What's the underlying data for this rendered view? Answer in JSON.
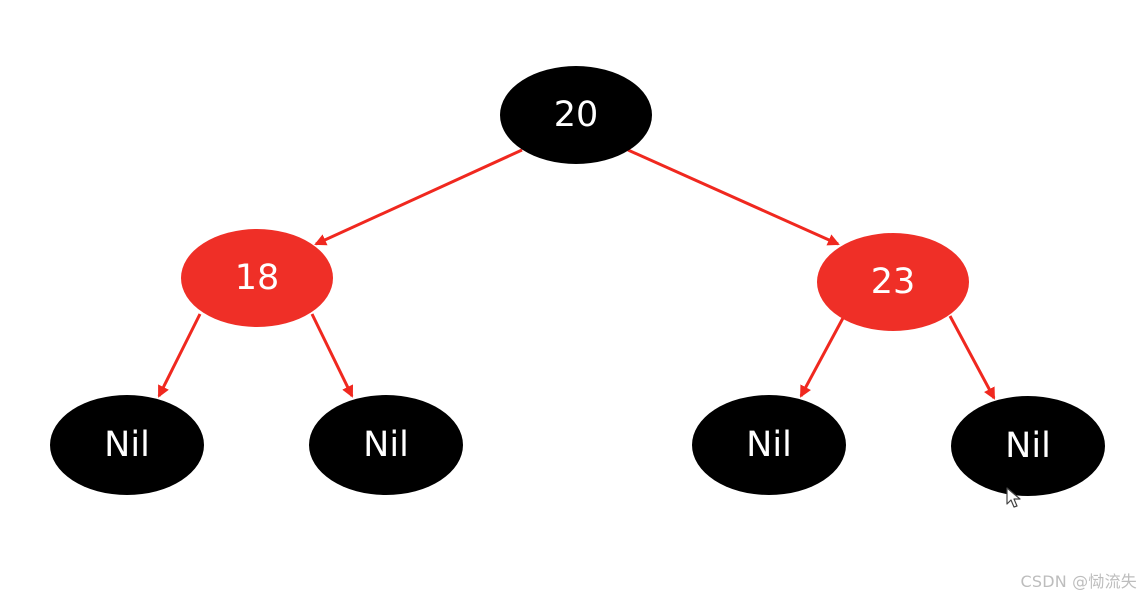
{
  "colors": {
    "edge": "#f0281f",
    "black_node": "#000000",
    "red_node": "#ef2f27",
    "node_text": "#ffffff"
  },
  "tree": {
    "nodes": [
      {
        "id": "n20",
        "label": "20",
        "color": "black"
      },
      {
        "id": "n18",
        "label": "18",
        "color": "red"
      },
      {
        "id": "n23",
        "label": "23",
        "color": "red"
      },
      {
        "id": "nil1",
        "label": "Nil",
        "color": "black"
      },
      {
        "id": "nil2",
        "label": "Nil",
        "color": "black"
      },
      {
        "id": "nil3",
        "label": "Nil",
        "color": "black"
      },
      {
        "id": "nil4",
        "label": "Nil",
        "color": "black"
      }
    ],
    "edges": [
      {
        "from": "n20",
        "to": "n18"
      },
      {
        "from": "n20",
        "to": "n23"
      },
      {
        "from": "n18",
        "to": "nil1"
      },
      {
        "from": "n18",
        "to": "nil2"
      },
      {
        "from": "n23",
        "to": "nil3"
      },
      {
        "from": "n23",
        "to": "nil4"
      }
    ]
  },
  "watermark": "CSDN @恸流失"
}
